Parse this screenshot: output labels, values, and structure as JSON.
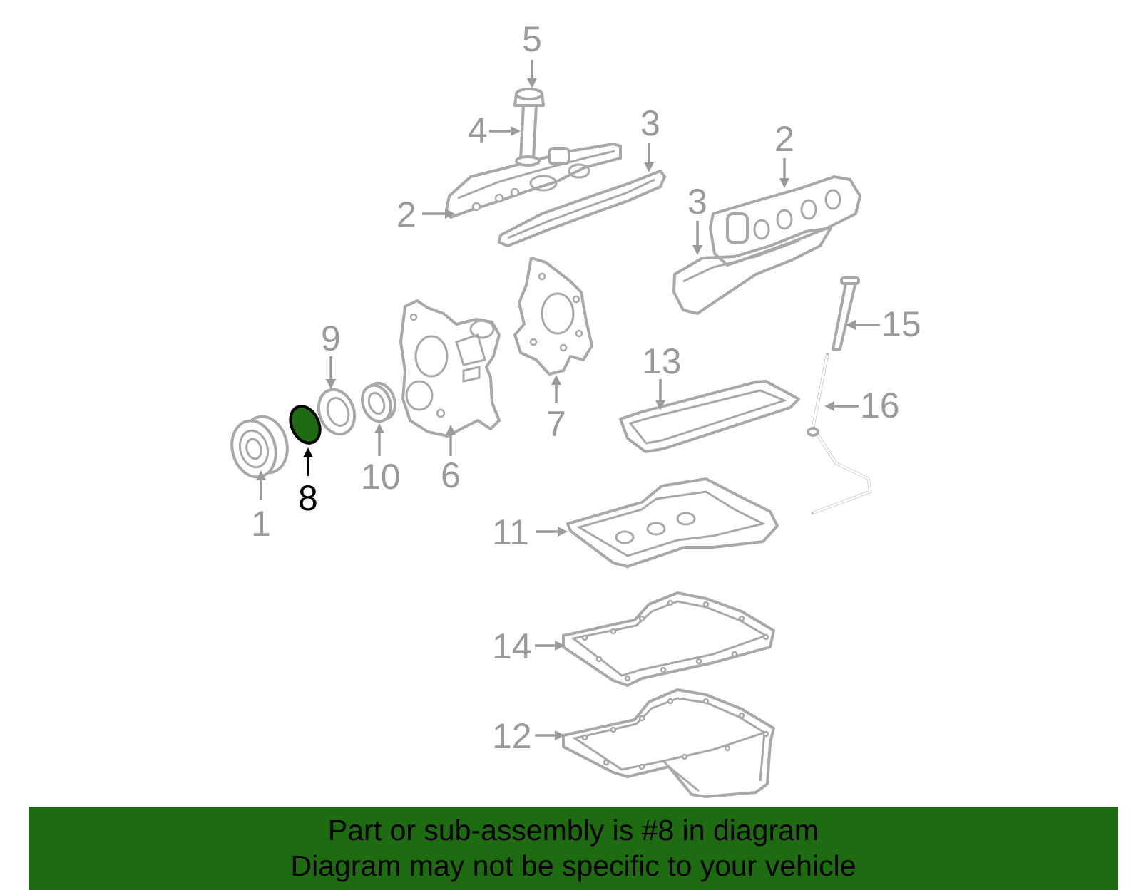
{
  "diagram": {
    "labels": {
      "l1": "1",
      "l2a": "2",
      "l2b": "2",
      "l3a": "3",
      "l3b": "3",
      "l4": "4",
      "l5": "5",
      "l6": "6",
      "l7": "7",
      "l8": "8",
      "l9": "9",
      "l10": "10",
      "l11": "11",
      "l12": "12",
      "l13": "13",
      "l14": "14",
      "l15": "15",
      "l16": "16"
    },
    "highlight_color": "#1f6b12",
    "part_color": "#a8a8a8",
    "label_color": "#9a9a9a"
  },
  "banner": {
    "line1": "Part or sub-assembly is #8 in diagram",
    "line2": "Diagram may not be specific to your vehicle",
    "background": "#1f6b12"
  }
}
